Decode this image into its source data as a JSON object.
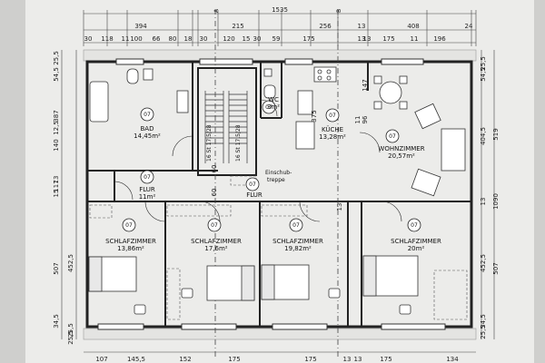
{
  "dimensions": {
    "top_total": "1535",
    "top_row1": [
      "394",
      "215",
      "256",
      "408",
      "24"
    ],
    "top_row2": [
      "30",
      "118",
      "11",
      "100",
      "66",
      "80",
      "18",
      "30",
      "120",
      "15",
      "30",
      "59",
      "175",
      "13",
      "13",
      "175",
      "11",
      "196"
    ],
    "top_small": [
      "13"
    ],
    "left": [
      "25,5",
      "54,5",
      "387",
      "12,5",
      "140",
      "13",
      "117",
      "15",
      "507",
      "452,5",
      "34,5",
      "25,5",
      "25,5"
    ],
    "right": [
      "25,5",
      "54,5",
      "404,5",
      "519",
      "13",
      "1090",
      "452,5",
      "507",
      "34,5",
      "25,5"
    ],
    "bottom": [
      "107",
      "145,5",
      "152",
      "175",
      "175",
      "13",
      "175",
      "13",
      "134"
    ],
    "stairs": [
      "16 St 17,5/28",
      "16 St 17,5/28"
    ],
    "misc": [
      "375",
      "147",
      "96",
      "11",
      "60",
      "60",
      "13"
    ]
  },
  "section_marks": {
    "a": "A",
    "b": "B"
  },
  "rooms": [
    {
      "num": "07",
      "name": "BAD",
      "area": "14,45m²"
    },
    {
      "num": "07",
      "name": "WC",
      "area": "3m²"
    },
    {
      "num": "07",
      "name": "KÜCHE",
      "area": "13,28m²"
    },
    {
      "num": "07",
      "name": "WOHNZIMMER",
      "area": "20,57m²"
    },
    {
      "num": "07",
      "name": "FLUR",
      "area": "11m²"
    },
    {
      "num": "07",
      "name": "FLUR",
      "area": ""
    },
    {
      "num": "07",
      "name": "SCHLAFZIMMER",
      "area": "13,86m²"
    },
    {
      "num": "07",
      "name": "SCHLAFZIMMER",
      "area": "17,6m²"
    },
    {
      "num": "07",
      "name": "SCHLAFZIMMER",
      "area": "19,82m²"
    },
    {
      "num": "07",
      "name": "SCHLAFZIMMER",
      "area": "20m²"
    }
  ],
  "annotations": {
    "einschub": "Einschub-",
    "treppe": "treppe"
  }
}
